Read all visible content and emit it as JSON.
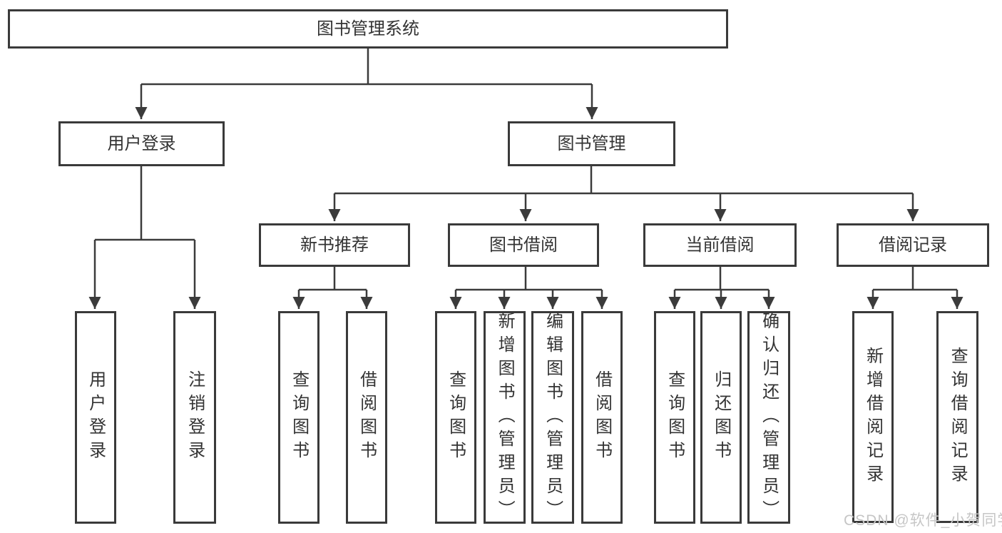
{
  "diagram": {
    "type": "hierarchy-tree",
    "title": "图书管理系统",
    "nodes": {
      "root": {
        "label": "图书管理系统",
        "level": 1
      },
      "user_login": {
        "label": "用户登录",
        "level": 2,
        "parent": "root"
      },
      "book_mgmt": {
        "label": "图书管理",
        "level": 2,
        "parent": "root"
      },
      "login": {
        "label": "用户登录",
        "level": 3,
        "parent": "user_login"
      },
      "logout": {
        "label": "注销登录",
        "level": 3,
        "parent": "user_login"
      },
      "new_book_rec": {
        "label": "新书推荐",
        "level": 3,
        "parent": "book_mgmt"
      },
      "book_borrow": {
        "label": "图书借阅",
        "level": 3,
        "parent": "book_mgmt"
      },
      "current_borrow": {
        "label": "当前借阅",
        "level": 3,
        "parent": "book_mgmt"
      },
      "borrow_record": {
        "label": "借阅记录",
        "level": 3,
        "parent": "book_mgmt"
      },
      "nb_query": {
        "label": "查询图书",
        "level": 4,
        "parent": "new_book_rec"
      },
      "nb_borrow": {
        "label": "借阅图书",
        "level": 4,
        "parent": "new_book_rec"
      },
      "bb_query": {
        "label": "查询图书",
        "level": 4,
        "parent": "book_borrow"
      },
      "bb_add": {
        "label": "新增图书（管理员）",
        "level": 4,
        "parent": "book_borrow"
      },
      "bb_edit": {
        "label": "编辑图书（管理员）",
        "level": 4,
        "parent": "book_borrow"
      },
      "bb_borrow": {
        "label": "借阅图书",
        "level": 4,
        "parent": "book_borrow"
      },
      "cb_query": {
        "label": "查询图书",
        "level": 4,
        "parent": "current_borrow"
      },
      "cb_return": {
        "label": "归还图书",
        "level": 4,
        "parent": "current_borrow"
      },
      "cb_confirm": {
        "label": "确认归还（管理员）",
        "level": 4,
        "parent": "current_borrow"
      },
      "br_add": {
        "label": "新增借阅记录",
        "level": 4,
        "parent": "borrow_record"
      },
      "br_query": {
        "label": "查询借阅记录",
        "level": 4,
        "parent": "borrow_record"
      }
    }
  },
  "watermark": "CSDN @软件_小贺同学",
  "colors": {
    "background": "#ffffff",
    "box_border": "#3a3a3a",
    "line": "#3b3b3b",
    "text": "#333333",
    "watermark": "#c6c6c6"
  }
}
